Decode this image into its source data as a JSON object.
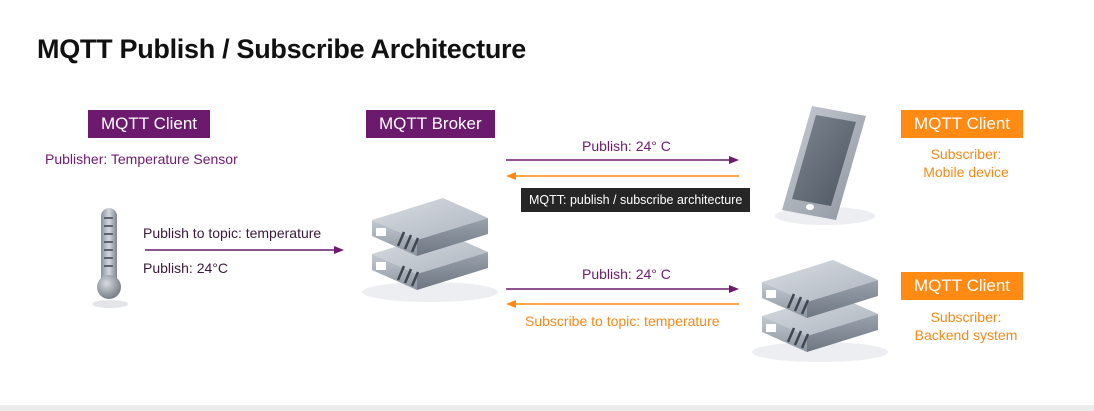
{
  "title": "MQTT Publish / Subscribe Architecture",
  "publisher": {
    "tag": "MQTT Client",
    "role": "Publisher: Temperature Sensor",
    "arrow_top": "Publish to topic: temperature",
    "arrow_bottom": "Publish: 24°C"
  },
  "broker": {
    "tag": "MQTT Broker"
  },
  "mobile": {
    "tag": "MQTT Client",
    "role_line1": "Subscriber:",
    "role_line2": "Mobile device",
    "publish_label": "Publish: 24° C"
  },
  "backend": {
    "tag": "MQTT Client",
    "role_line1": "Subscriber:",
    "role_line2": "Backend system",
    "publish_label": "Publish: 24° C",
    "subscribe_label": "Subscribe to topic: temperature"
  },
  "tooltip": "MQTT: publish / subscribe architecture",
  "colors": {
    "purple": "#6b1a6e",
    "orange": "#ff8a14"
  }
}
